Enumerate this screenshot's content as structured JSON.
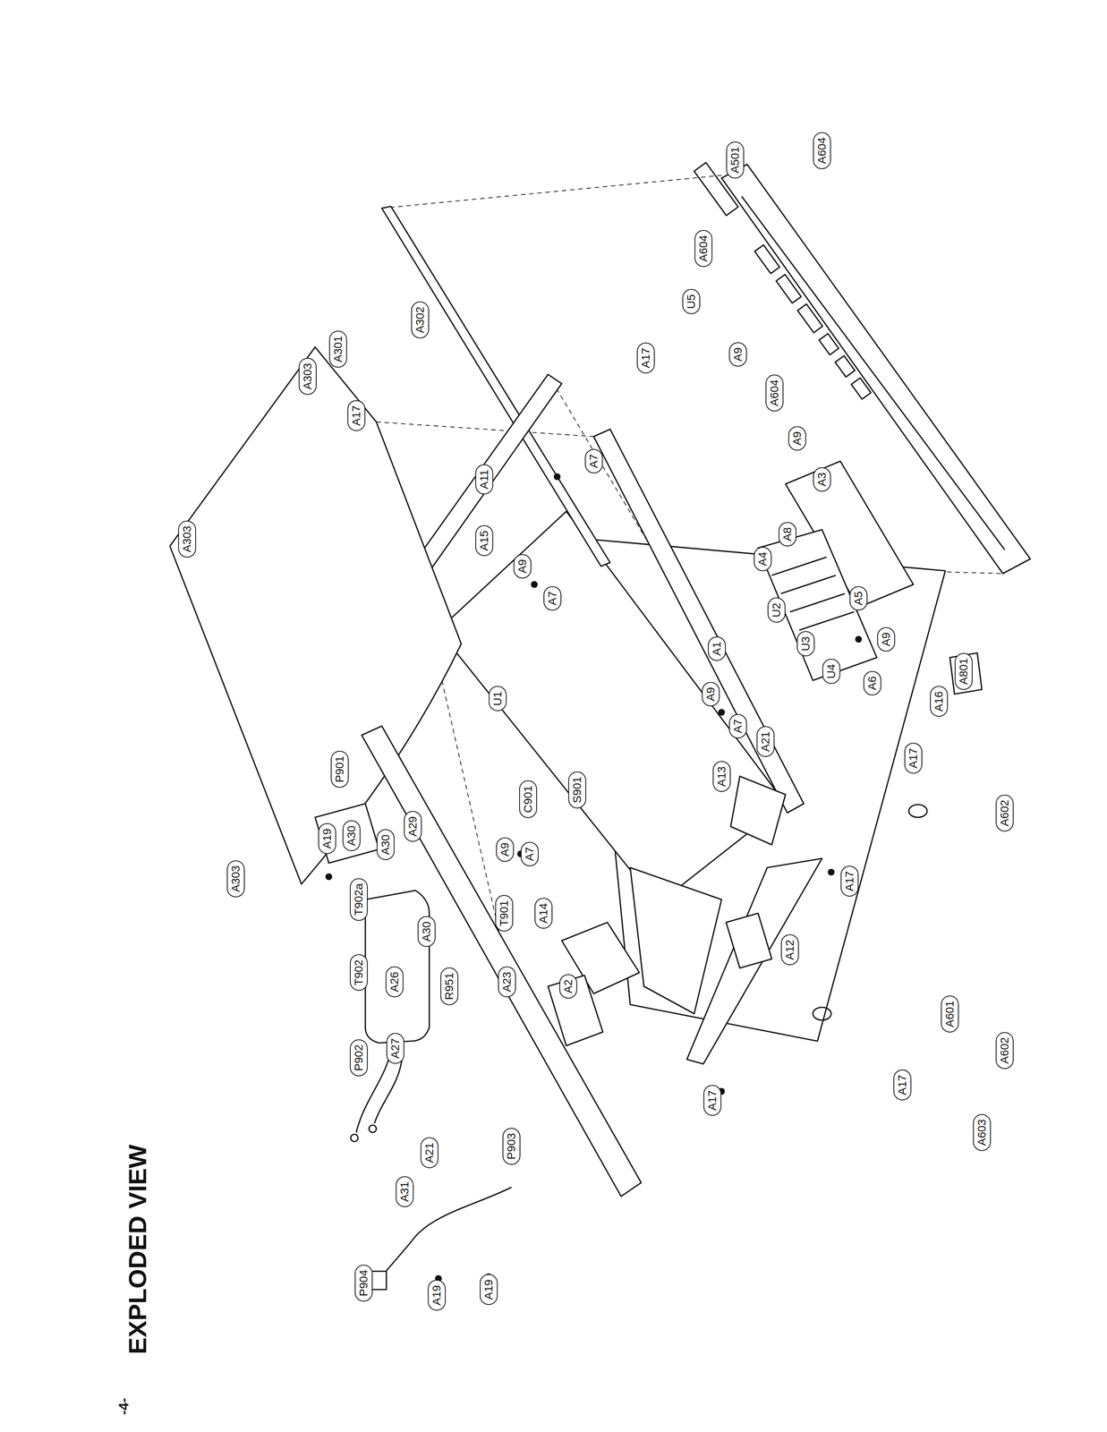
{
  "diagram": {
    "title": "EXPLODED VIEW",
    "labels": [
      "-4-",
      "A303",
      "A303",
      "A303",
      "A301",
      "A302",
      "A17",
      "A11",
      "A15",
      "A9",
      "A7",
      "A7",
      "U1",
      "A17",
      "U5",
      "A604",
      "A501",
      "A604",
      "A9",
      "A604",
      "A9",
      "A3",
      "A4",
      "A8",
      "U2",
      "U3",
      "U4",
      "A5",
      "A9",
      "A6",
      "A801",
      "A16",
      "A17",
      "A1",
      "A9",
      "A7",
      "A13",
      "A21",
      "C901",
      "A9",
      "A7",
      "T901",
      "A14",
      "A23",
      "A2",
      "S901",
      "P903",
      "A12",
      "A17",
      "A17",
      "A17",
      "A601",
      "A602",
      "A602",
      "A603",
      "P901",
      "A19",
      "A30",
      "A30",
      "A29",
      "A30",
      "A26",
      "R951",
      "T902a",
      "T902",
      "P902",
      "A27",
      "P904",
      "A19",
      "A19",
      "A21",
      "A31"
    ]
  }
}
